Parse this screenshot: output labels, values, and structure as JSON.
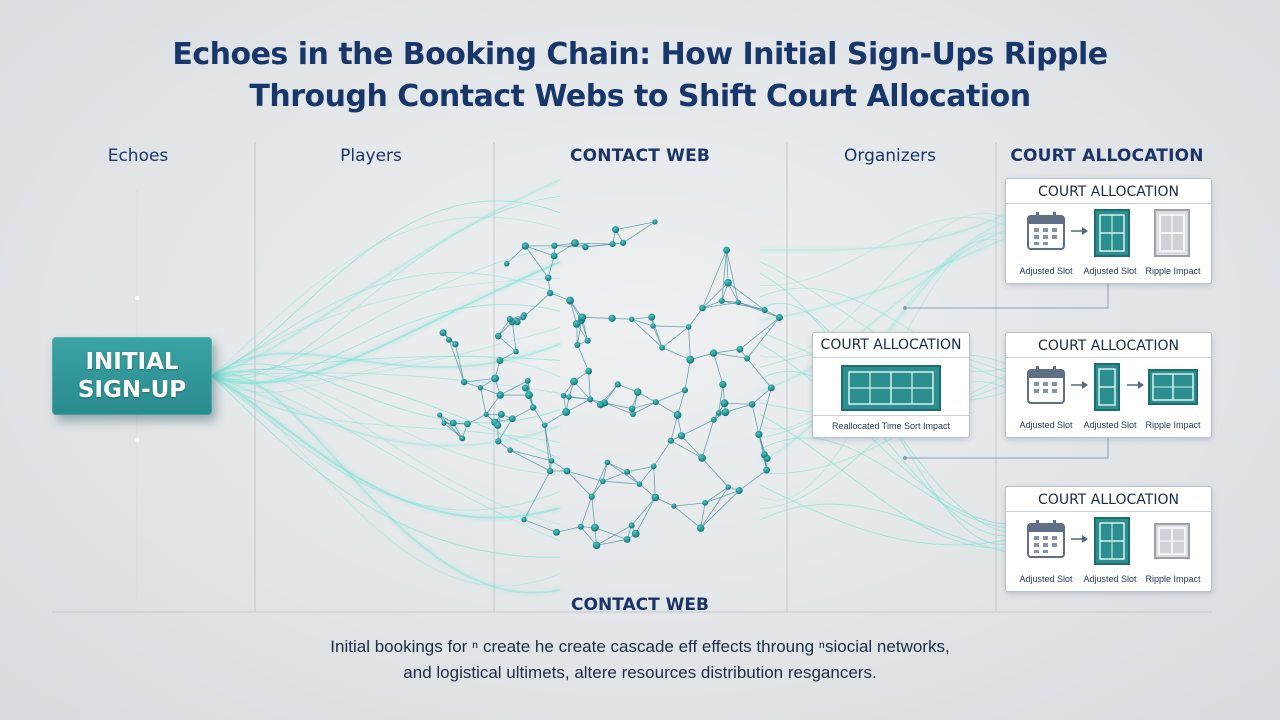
{
  "title": {
    "line1": "Echoes in the Booking Chain: How Initial Sign-Ups Ripple",
    "line2": "Through Contact Webs to Shift Court Allocation"
  },
  "columns": [
    "Echoes",
    "Players",
    "CONTACT WEB",
    "Organizers",
    "COURT ALLOCATION"
  ],
  "start_block": {
    "line1": "INITIAL",
    "line2": "SIGN-UP"
  },
  "middle_card": {
    "title": "COURT ALLOCATION",
    "caption": "Reallocated Time Sort Impact"
  },
  "right_cards": [
    {
      "title": "COURT ALLOCATION",
      "labels": [
        "Adjusted Slot",
        "Adjusted Slot",
        "Ripple Impact"
      ]
    },
    {
      "title": "COURT ALLOCATION",
      "labels": [
        "Adjusted Slot",
        "Adjusted Slot",
        "Ripple Impact"
      ]
    },
    {
      "title": "COURT ALLOCATION",
      "labels": [
        "Adjusted Slot",
        "Adjusted Slot",
        "Ripple Impact"
      ]
    }
  ],
  "bottom_label": "CONTACT WEB",
  "caption": {
    "line1": "Initial bookings for ⁿ create he create cascade eff effects throung ⁿsiocial networks,",
    "line2": "and logistical ultimets, altere resources distribution resgancers."
  },
  "colors": {
    "title": "#17376b",
    "teal": "#2a8b8e",
    "glow": "#7fe3d6",
    "node": "#1e8f92"
  }
}
